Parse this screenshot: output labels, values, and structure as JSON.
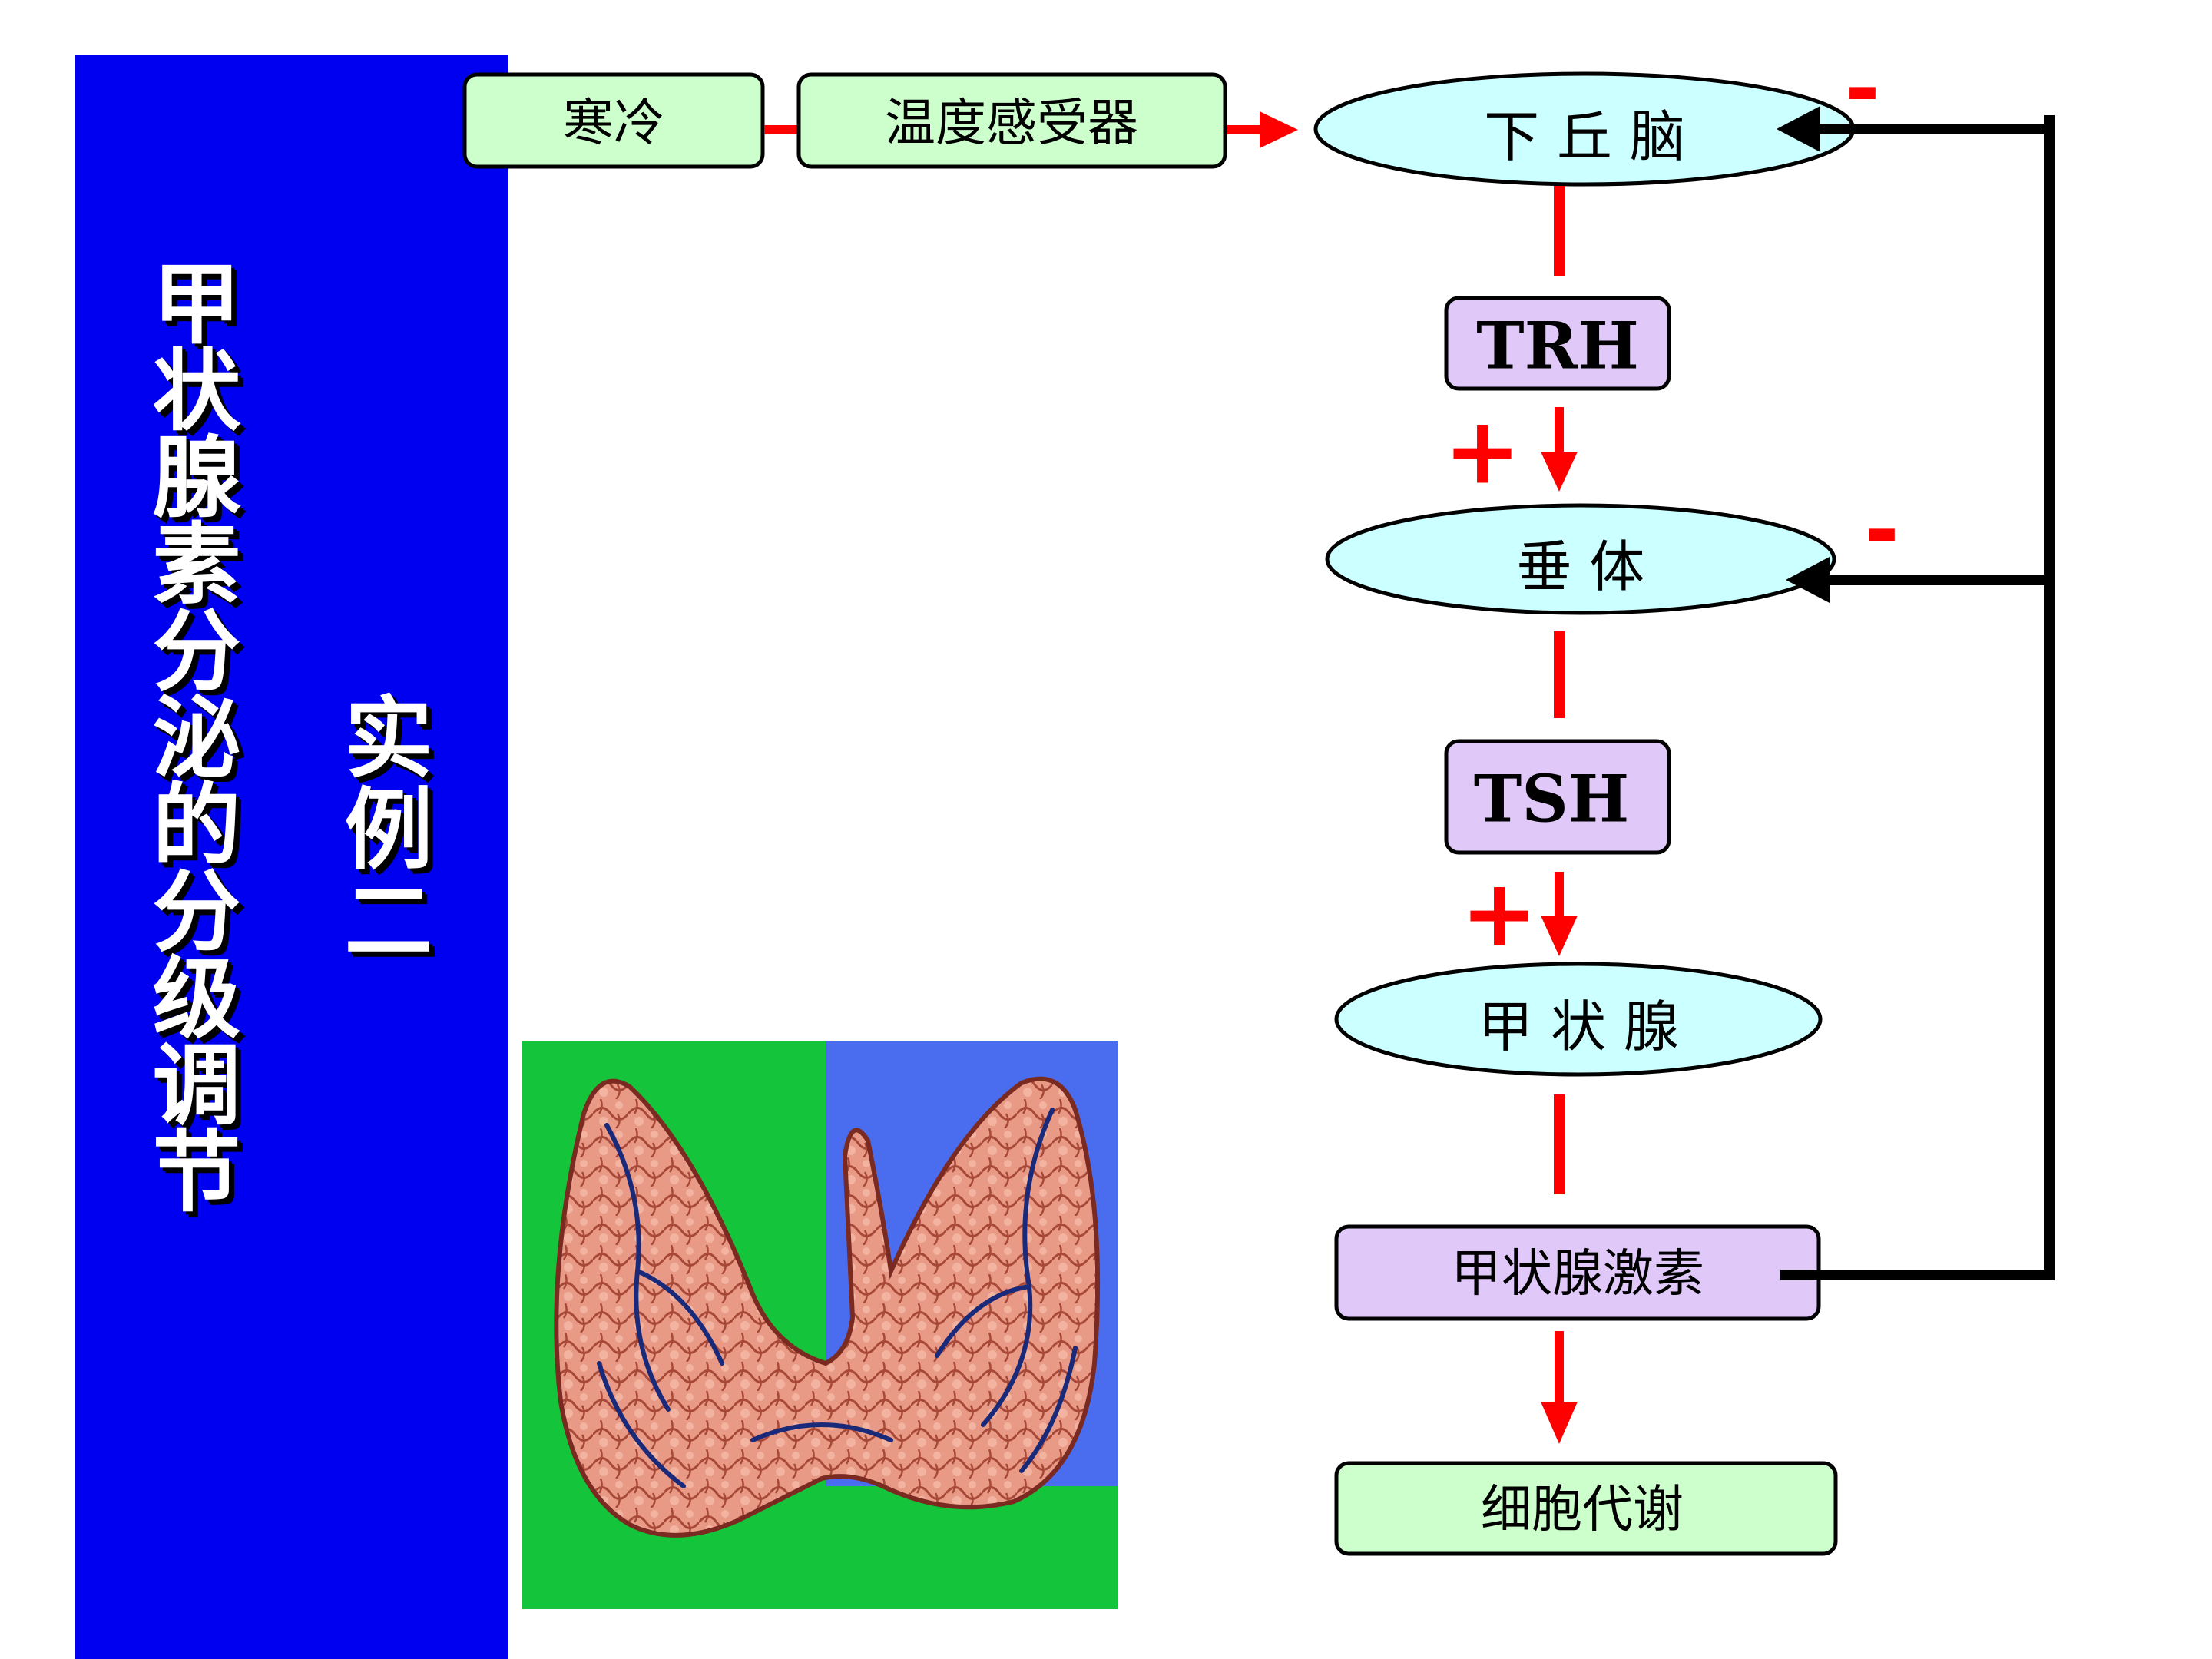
{
  "sidebar": {
    "title": "甲状腺素分泌的分级调节",
    "subtitle": "实例二"
  },
  "diagram": {
    "stimulus": "寒冷",
    "receptor": "温度感受器",
    "hypothalamus": "下 丘 脑",
    "trh": "TRH",
    "pituitary": "垂   体",
    "tsh": "TSH",
    "thyroid": "甲 状 腺",
    "thyroid_hormone": "甲状腺激素",
    "metabolism": "细胞代谢",
    "plus_1": "+",
    "plus_2": "+",
    "minus_1": "-",
    "minus_2": "-"
  },
  "colors": {
    "sidebar_bg": "#0000f0",
    "green_box": "#ccffcc",
    "purple_box": "#e0c8f8",
    "cyan_ellipse": "#ccffff",
    "arrow_red": "#ff0000",
    "feedback_black": "#000000"
  }
}
